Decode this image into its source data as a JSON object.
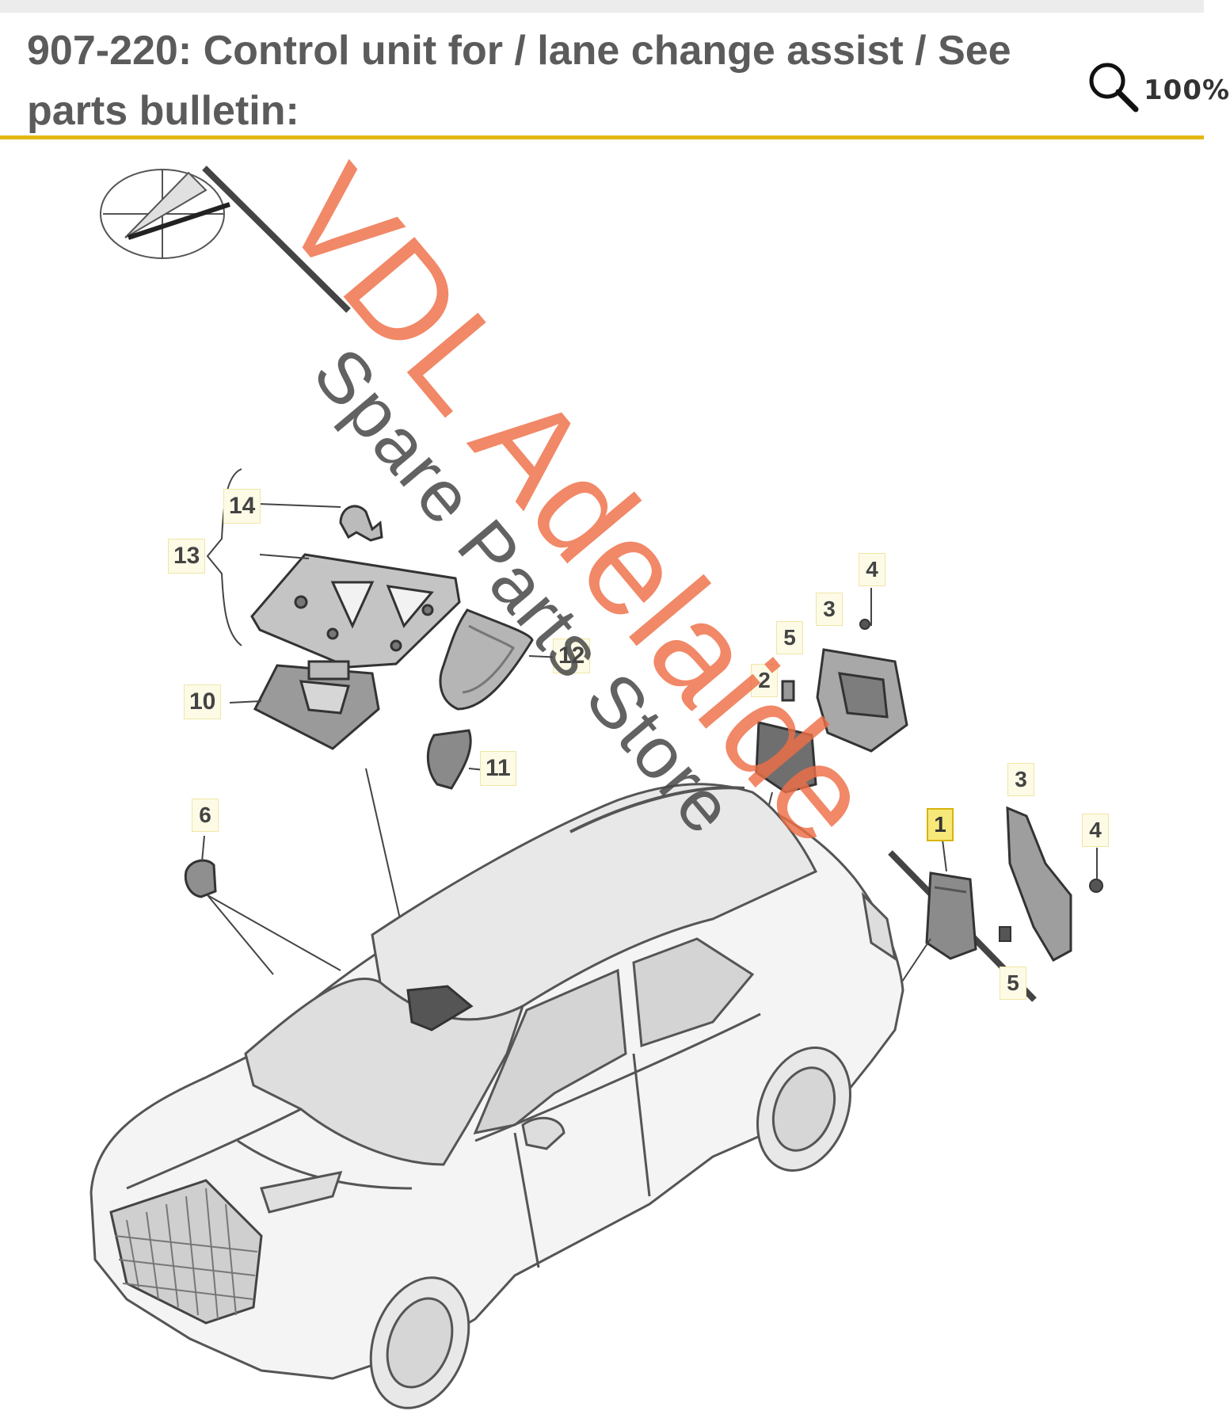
{
  "header": {
    "title": "907-220: Control unit for / lane change assist / See parts bulletin:",
    "zoom_label": "100%"
  },
  "callouts": {
    "c14": "14",
    "c13": "13",
    "c12": "12",
    "c10": "10",
    "c11": "11",
    "c6": "6",
    "c4a": "4",
    "c3a": "3",
    "c5a": "5",
    "c2": "2",
    "c1": "1",
    "c3b": "3",
    "c4b": "4",
    "c5b": "5"
  },
  "watermark": {
    "line1": "VDL Adelaide",
    "line2": "Spare Parts Store"
  },
  "colors": {
    "accent": "#e5b714",
    "watermark_orange": "#ee6e46",
    "title_gray": "#5b5b5b"
  },
  "icons": {
    "zoom": "magnifier-icon"
  }
}
